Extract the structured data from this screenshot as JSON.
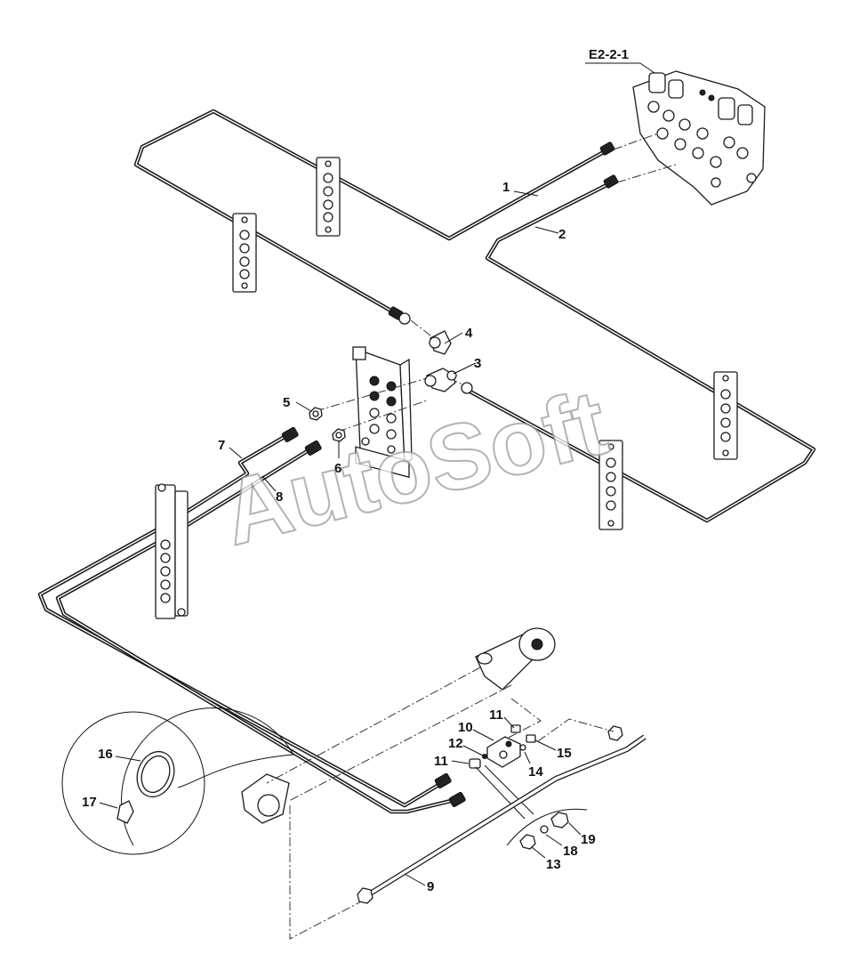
{
  "assembly_ref": "E2-2-1",
  "watermark": "AutoSoft",
  "callouts": {
    "c1": "1",
    "c2": "2",
    "c3": "3",
    "c4": "4",
    "c5": "5",
    "c6": "6",
    "c7": "7",
    "c8": "8",
    "c9": "9",
    "c10": "10",
    "c11a": "11",
    "c11b": "11",
    "c12": "12",
    "c13": "13",
    "c14": "14",
    "c15": "15",
    "c16": "16",
    "c17": "17",
    "c18": "18",
    "c19": "19"
  }
}
